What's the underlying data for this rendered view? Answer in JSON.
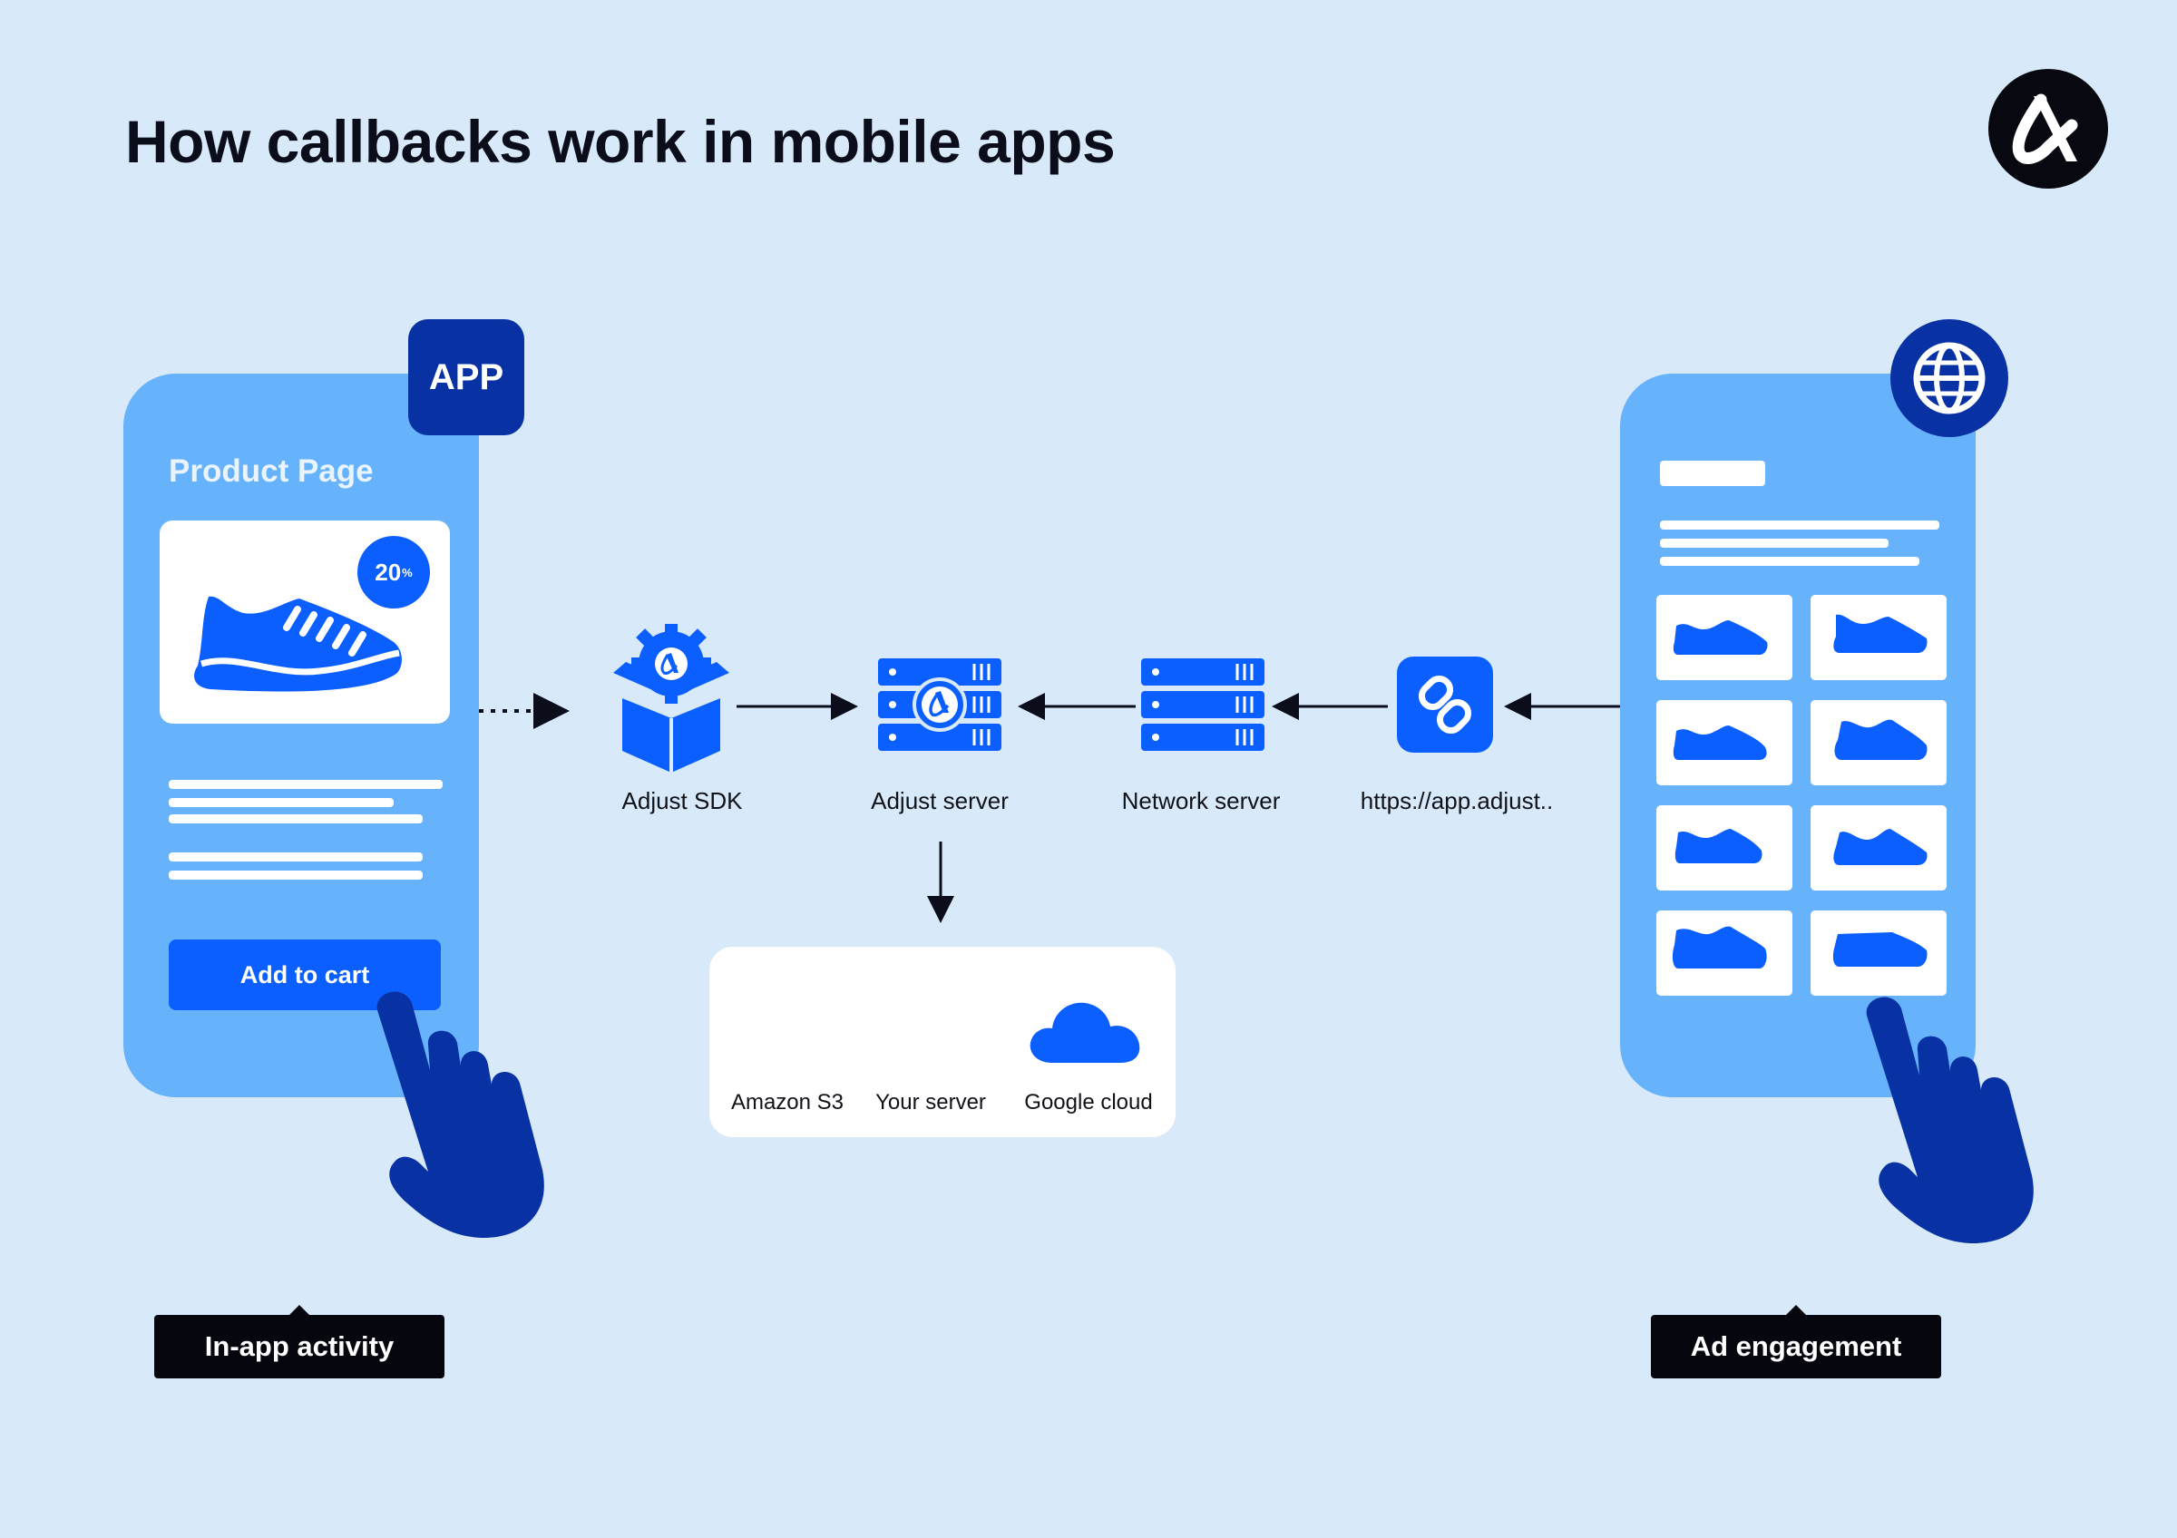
{
  "title": "How callbacks work in mobile apps",
  "colors": {
    "background": "#d8eafa",
    "phone": "#66b2fb",
    "dark_blue": "#0832a4",
    "primary_blue": "#0b5fff",
    "tag_black": "#06070e"
  },
  "left_phone": {
    "badge": "APP",
    "screen_title": "Product Page",
    "discount": "20",
    "discount_unit": "%",
    "cart_button": "Add to cart"
  },
  "flow": {
    "sdk_label": "Adjust SDK",
    "adjust_server_label": "Adjust server",
    "network_server_label": "Network server",
    "link_label": "https://app.adjust.."
  },
  "destinations": {
    "s3": "Amazon S3",
    "your_server": "Your server",
    "google_cloud": "Google cloud"
  },
  "tags": {
    "in_app": "In-app activity",
    "ad": "Ad engagement"
  },
  "icons": [
    "adjust-logo-icon",
    "shoe-icon",
    "sdk-box-gear-icon",
    "server-rack-icon",
    "link-chain-icon",
    "globe-icon",
    "database-icon",
    "cloud-icon",
    "pointing-hand-icon"
  ]
}
